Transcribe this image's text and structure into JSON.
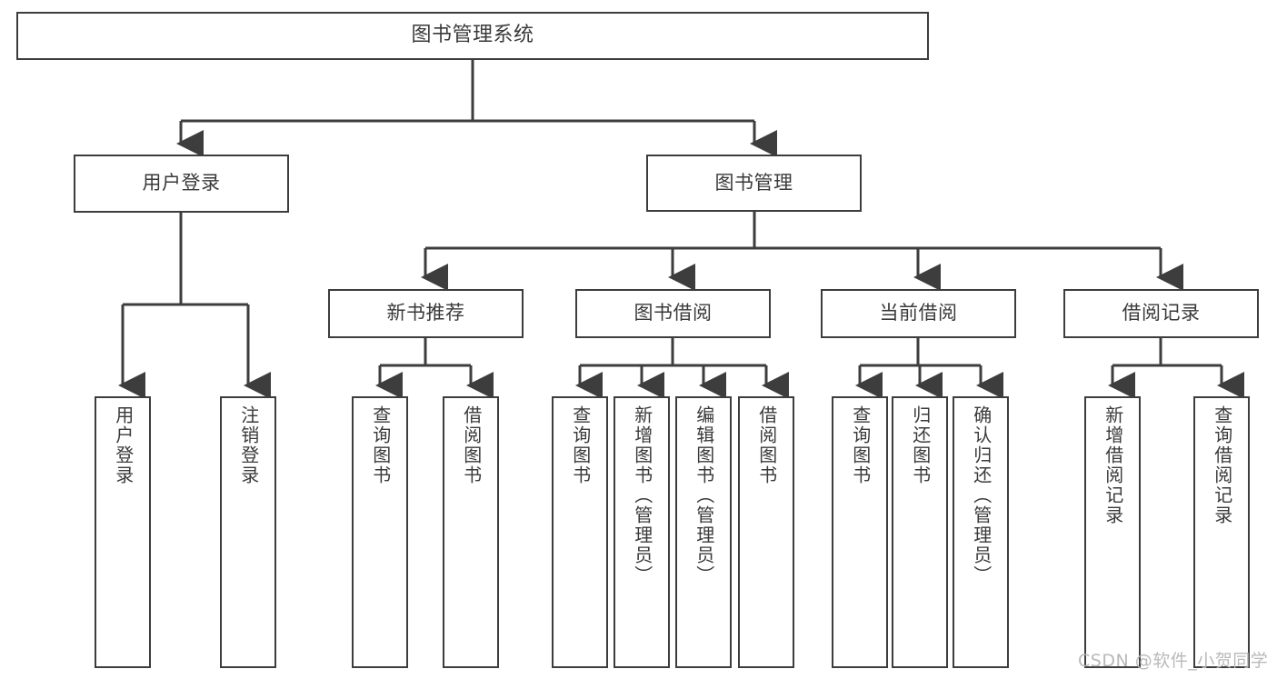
{
  "diagram": {
    "title": "图书管理系统",
    "type": "hierarchy-tree",
    "watermark": "CSDN @软件_小贺同学",
    "colors": {
      "stroke": "#3d3d3d",
      "text": "#3a3a3a",
      "background": "#ffffff",
      "watermark": "#b9b9b9"
    },
    "root": {
      "label": "图书管理系统"
    },
    "level2": [
      {
        "label": "用户登录"
      },
      {
        "label": "图书管理"
      }
    ],
    "level3": [
      {
        "label": "新书推荐"
      },
      {
        "label": "图书借阅"
      },
      {
        "label": "当前借阅"
      },
      {
        "label": "借阅记录"
      }
    ],
    "leaves": {
      "user_login": [
        {
          "label": "用户登录"
        },
        {
          "label": "注销登录"
        }
      ],
      "new_book_recommend": [
        {
          "label": "查询图书"
        },
        {
          "label": "借阅图书"
        }
      ],
      "book_borrow": [
        {
          "label": "查询图书"
        },
        {
          "label": "新增图书（管理员）"
        },
        {
          "label": "编辑图书（管理员）"
        },
        {
          "label": "借阅图书"
        }
      ],
      "current_borrow": [
        {
          "label": "查询图书"
        },
        {
          "label": "归还图书"
        },
        {
          "label": "确认归还（管理员）"
        }
      ],
      "borrow_record": [
        {
          "label": "新增借阅记录"
        },
        {
          "label": "查询借阅记录"
        }
      ]
    }
  }
}
